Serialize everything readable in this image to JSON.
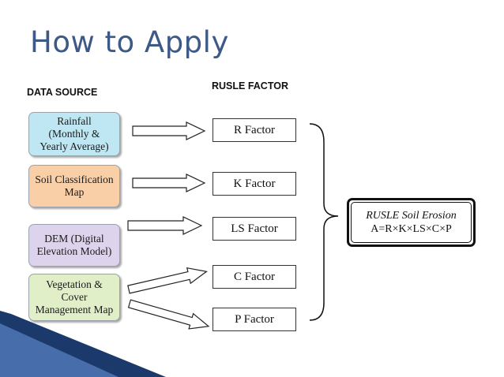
{
  "title": "How to Apply",
  "headers": {
    "data_source": "DATA SOURCE",
    "rusle_factor": "RUSLE FACTOR"
  },
  "sources": [
    {
      "lines": [
        "Rainfall",
        "(Monthly &",
        "Yearly Average)"
      ],
      "color": "#bfe7f3"
    },
    {
      "lines": [
        "Soil Classification",
        "Map"
      ],
      "color": "#f9cfa8"
    },
    {
      "lines": [
        "DEM (Digital",
        "Elevation Model)"
      ],
      "color": "#ddd3ec"
    },
    {
      "lines": [
        "Vegetation &",
        "Cover",
        "Management Map"
      ],
      "color": "#e0efc8"
    }
  ],
  "factors": [
    "R Factor",
    "K Factor",
    "LS Factor",
    "C Factor",
    "P Factor"
  ],
  "result": {
    "title": "RUSLE Soil Erosion",
    "formula": "A=R×K×LS×C×P"
  }
}
